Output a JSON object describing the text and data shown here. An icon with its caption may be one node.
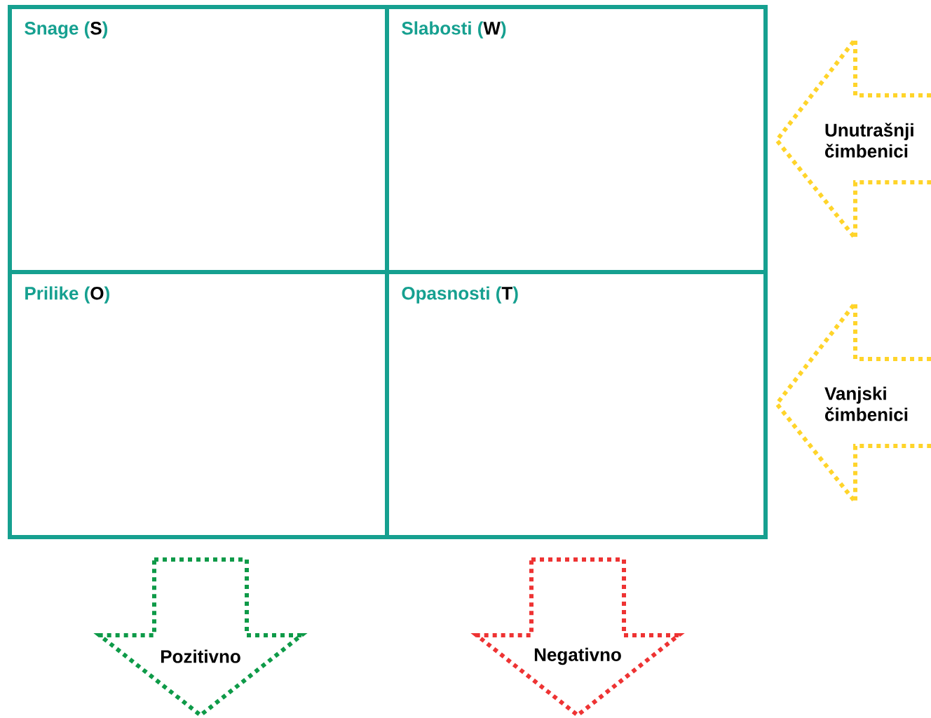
{
  "diagram": {
    "nodes": [
      {
        "text": [
          "Snage (**S**)"
        ]
      },
      {
        "text": [
          "Slabosti (**W**)"
        ]
      },
      {
        "text": [
          "Prilike (**O**)"
        ]
      },
      {
        "text": [
          "Opasnosti (**T**)"
        ]
      },
      {
        "text": [
          "Unutrašnji čimbenici"
        ]
      },
      {
        "text": [
          "Vanjski čimbenici"
        ]
      },
      {
        "text": [
          "Pozitivno"
        ]
      },
      {
        "text": [
          "Negativno"
        ]
      }
    ]
  }
}
